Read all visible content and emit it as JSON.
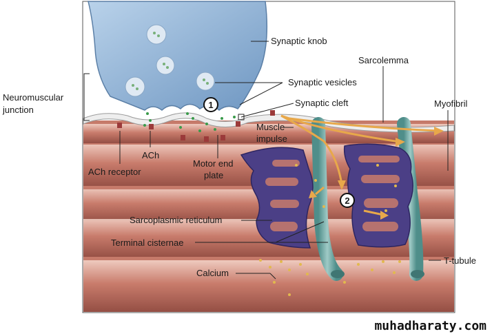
{
  "labels": {
    "synaptic_knob": "Synaptic knob",
    "sarcolemma": "Sarcolemma",
    "neuromuscular_junction_1": "Neuromuscular",
    "neuromuscular_junction_2": "junction",
    "synaptic_vesicles": "Synaptic vesicles",
    "synaptic_cleft": "Synaptic cleft",
    "myofibril": "Myofibril",
    "muscle_impulse_1": "Muscle",
    "muscle_impulse_2": "impulse",
    "ach": "ACh",
    "ach_receptor": "ACh receptor",
    "motor_end_plate_1": "Motor end",
    "motor_end_plate_2": "plate",
    "sarcoplasmic_reticulum": "Sarcoplasmic reticulum",
    "terminal_cisternae": "Terminal cisternae",
    "t_tubule": "T-tubule",
    "calcium": "Calcium",
    "step1": "1",
    "step2": "2"
  },
  "watermark": "muhadharaty.com",
  "colors": {
    "knob": "#8fb3d6",
    "muscle": "#b9675a",
    "sr": "#4b3f86",
    "ttubule": "#6fa7a3",
    "arrow": "#e8a84a"
  }
}
